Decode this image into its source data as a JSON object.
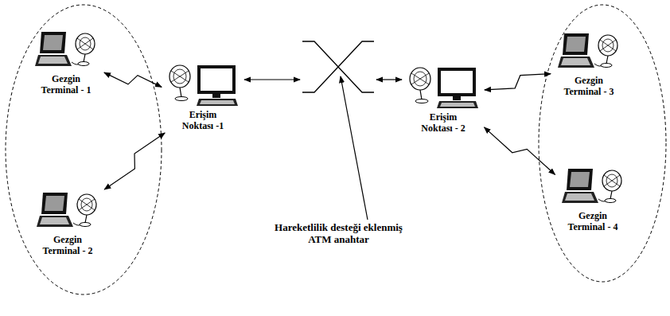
{
  "diagram": {
    "nodes": [
      {
        "text": [
          "Gezgin Terminal - 1"
        ]
      },
      {
        "text": [
          "Gezgin Terminal - 2"
        ]
      },
      {
        "text": [
          "Erişim Noktası -1"
        ]
      },
      {
        "text": [
          "Hareketlilik desteği eklenmiş ATM anahtar"
        ]
      },
      {
        "text": [
          "Erişim Noktası - 2"
        ]
      },
      {
        "text": [
          "Gezgin Terminal - 3"
        ]
      },
      {
        "text": [
          "Gezgin Terminal - 4"
        ]
      }
    ],
    "edges": [
      {
        "from": 0,
        "to": 2,
        "arrow": "both"
      },
      {
        "from": 1,
        "to": 2,
        "arrow": "both"
      },
      {
        "from": 2,
        "to": 3,
        "arrow": "both"
      },
      {
        "from": 3,
        "to": 4,
        "arrow": "both"
      },
      {
        "from": 4,
        "to": 5,
        "arrow": "both"
      },
      {
        "from": 4,
        "to": 6,
        "arrow": "both"
      }
    ]
  }
}
